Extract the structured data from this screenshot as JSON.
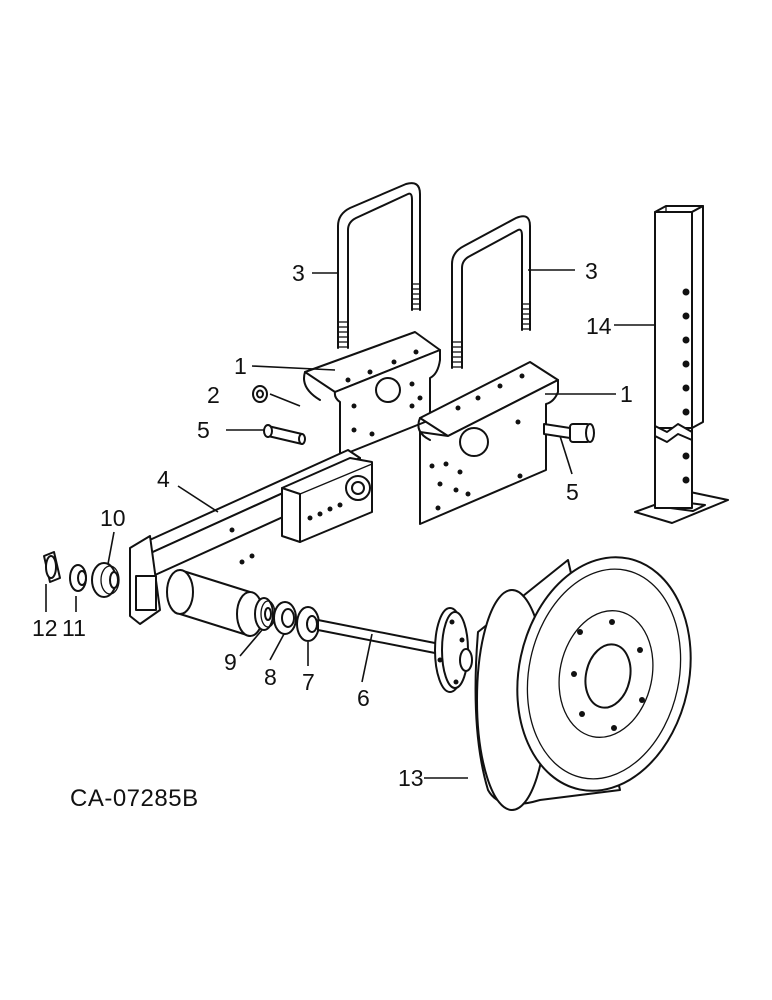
{
  "drawing_code": "CA-07285B",
  "callouts": [
    {
      "id": "c1a",
      "label": "1"
    },
    {
      "id": "c1b",
      "label": "1"
    },
    {
      "id": "c2",
      "label": "2"
    },
    {
      "id": "c3a",
      "label": "3"
    },
    {
      "id": "c3b",
      "label": "3"
    },
    {
      "id": "c4",
      "label": "4"
    },
    {
      "id": "c5a",
      "label": "5"
    },
    {
      "id": "c5b",
      "label": "5"
    },
    {
      "id": "c6",
      "label": "6"
    },
    {
      "id": "c7",
      "label": "7"
    },
    {
      "id": "c8",
      "label": "8"
    },
    {
      "id": "c9",
      "label": "9"
    },
    {
      "id": "c10",
      "label": "10"
    },
    {
      "id": "c11",
      "label": "11"
    },
    {
      "id": "c12",
      "label": "12"
    },
    {
      "id": "c13",
      "label": "13"
    },
    {
      "id": "c14",
      "label": "14"
    }
  ]
}
